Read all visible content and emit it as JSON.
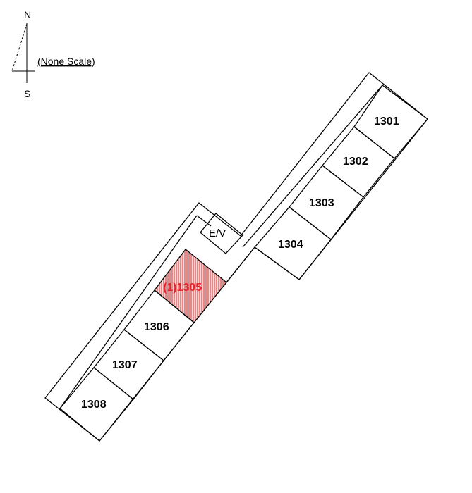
{
  "compass": {
    "north": "N",
    "south": "S"
  },
  "scale_note": "(None Scale)",
  "elevator_label": "E/V",
  "units": [
    {
      "label": "1301",
      "highlighted": false
    },
    {
      "label": "1302",
      "highlighted": false
    },
    {
      "label": "1303",
      "highlighted": false
    },
    {
      "label": "1304",
      "highlighted": false
    },
    {
      "label": "(1)1305",
      "highlighted": true
    },
    {
      "label": "1306",
      "highlighted": false
    },
    {
      "label": "1307",
      "highlighted": false
    },
    {
      "label": "1308",
      "highlighted": false
    }
  ],
  "colors": {
    "highlight": "#e8262d",
    "line": "#000000"
  }
}
